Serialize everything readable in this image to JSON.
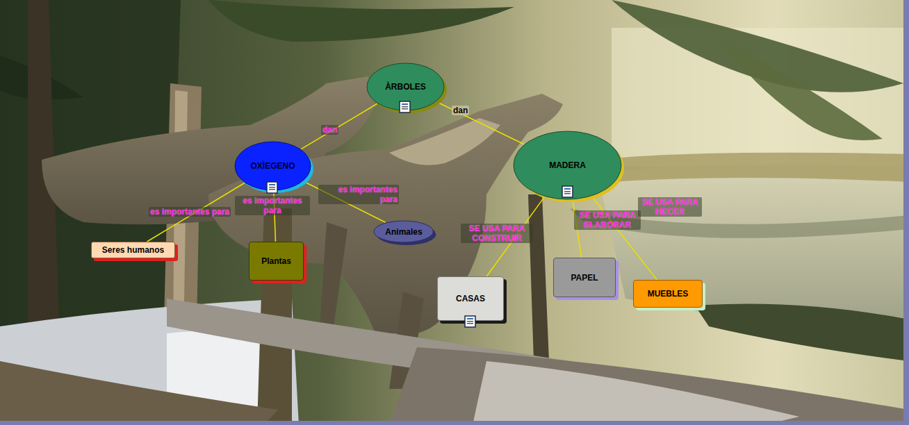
{
  "diagram": {
    "nodes": [
      {
        "text": [
          "ÀRBOLES"
        ]
      },
      {
        "text": [
          "OXÌEGENO"
        ]
      },
      {
        "text": [
          "MADERA"
        ]
      },
      {
        "text": [
          "Seres humanos"
        ]
      },
      {
        "text": [
          "Plantas"
        ]
      },
      {
        "text": [
          "Animales"
        ]
      },
      {
        "text": [
          "CASAS"
        ]
      },
      {
        "text": [
          "PAPEL"
        ]
      },
      {
        "text": [
          "MUEBLES"
        ]
      }
    ],
    "edges": [
      {
        "from": 0,
        "to": 1,
        "label": "dan",
        "arrow": "none"
      },
      {
        "from": 0,
        "to": 2,
        "label": "dan",
        "arrow": "none"
      },
      {
        "from": 1,
        "to": 3,
        "label": "es importantes para",
        "arrow": "none"
      },
      {
        "from": 1,
        "to": 4,
        "label": "es importantes para",
        "arrow": "none"
      },
      {
        "from": 1,
        "to": 5,
        "label": "es importantes para",
        "arrow": "none"
      },
      {
        "from": 2,
        "to": 6,
        "label": "SE USA PARA CONSTRUIR",
        "arrow": "none"
      },
      {
        "from": 2,
        "to": 7,
        "label": "SE USA PARA ELABORAR",
        "arrow": "none"
      },
      {
        "from": 2,
        "to": 8,
        "label": "SE USA PARA HECER",
        "arrow": "none"
      }
    ]
  }
}
